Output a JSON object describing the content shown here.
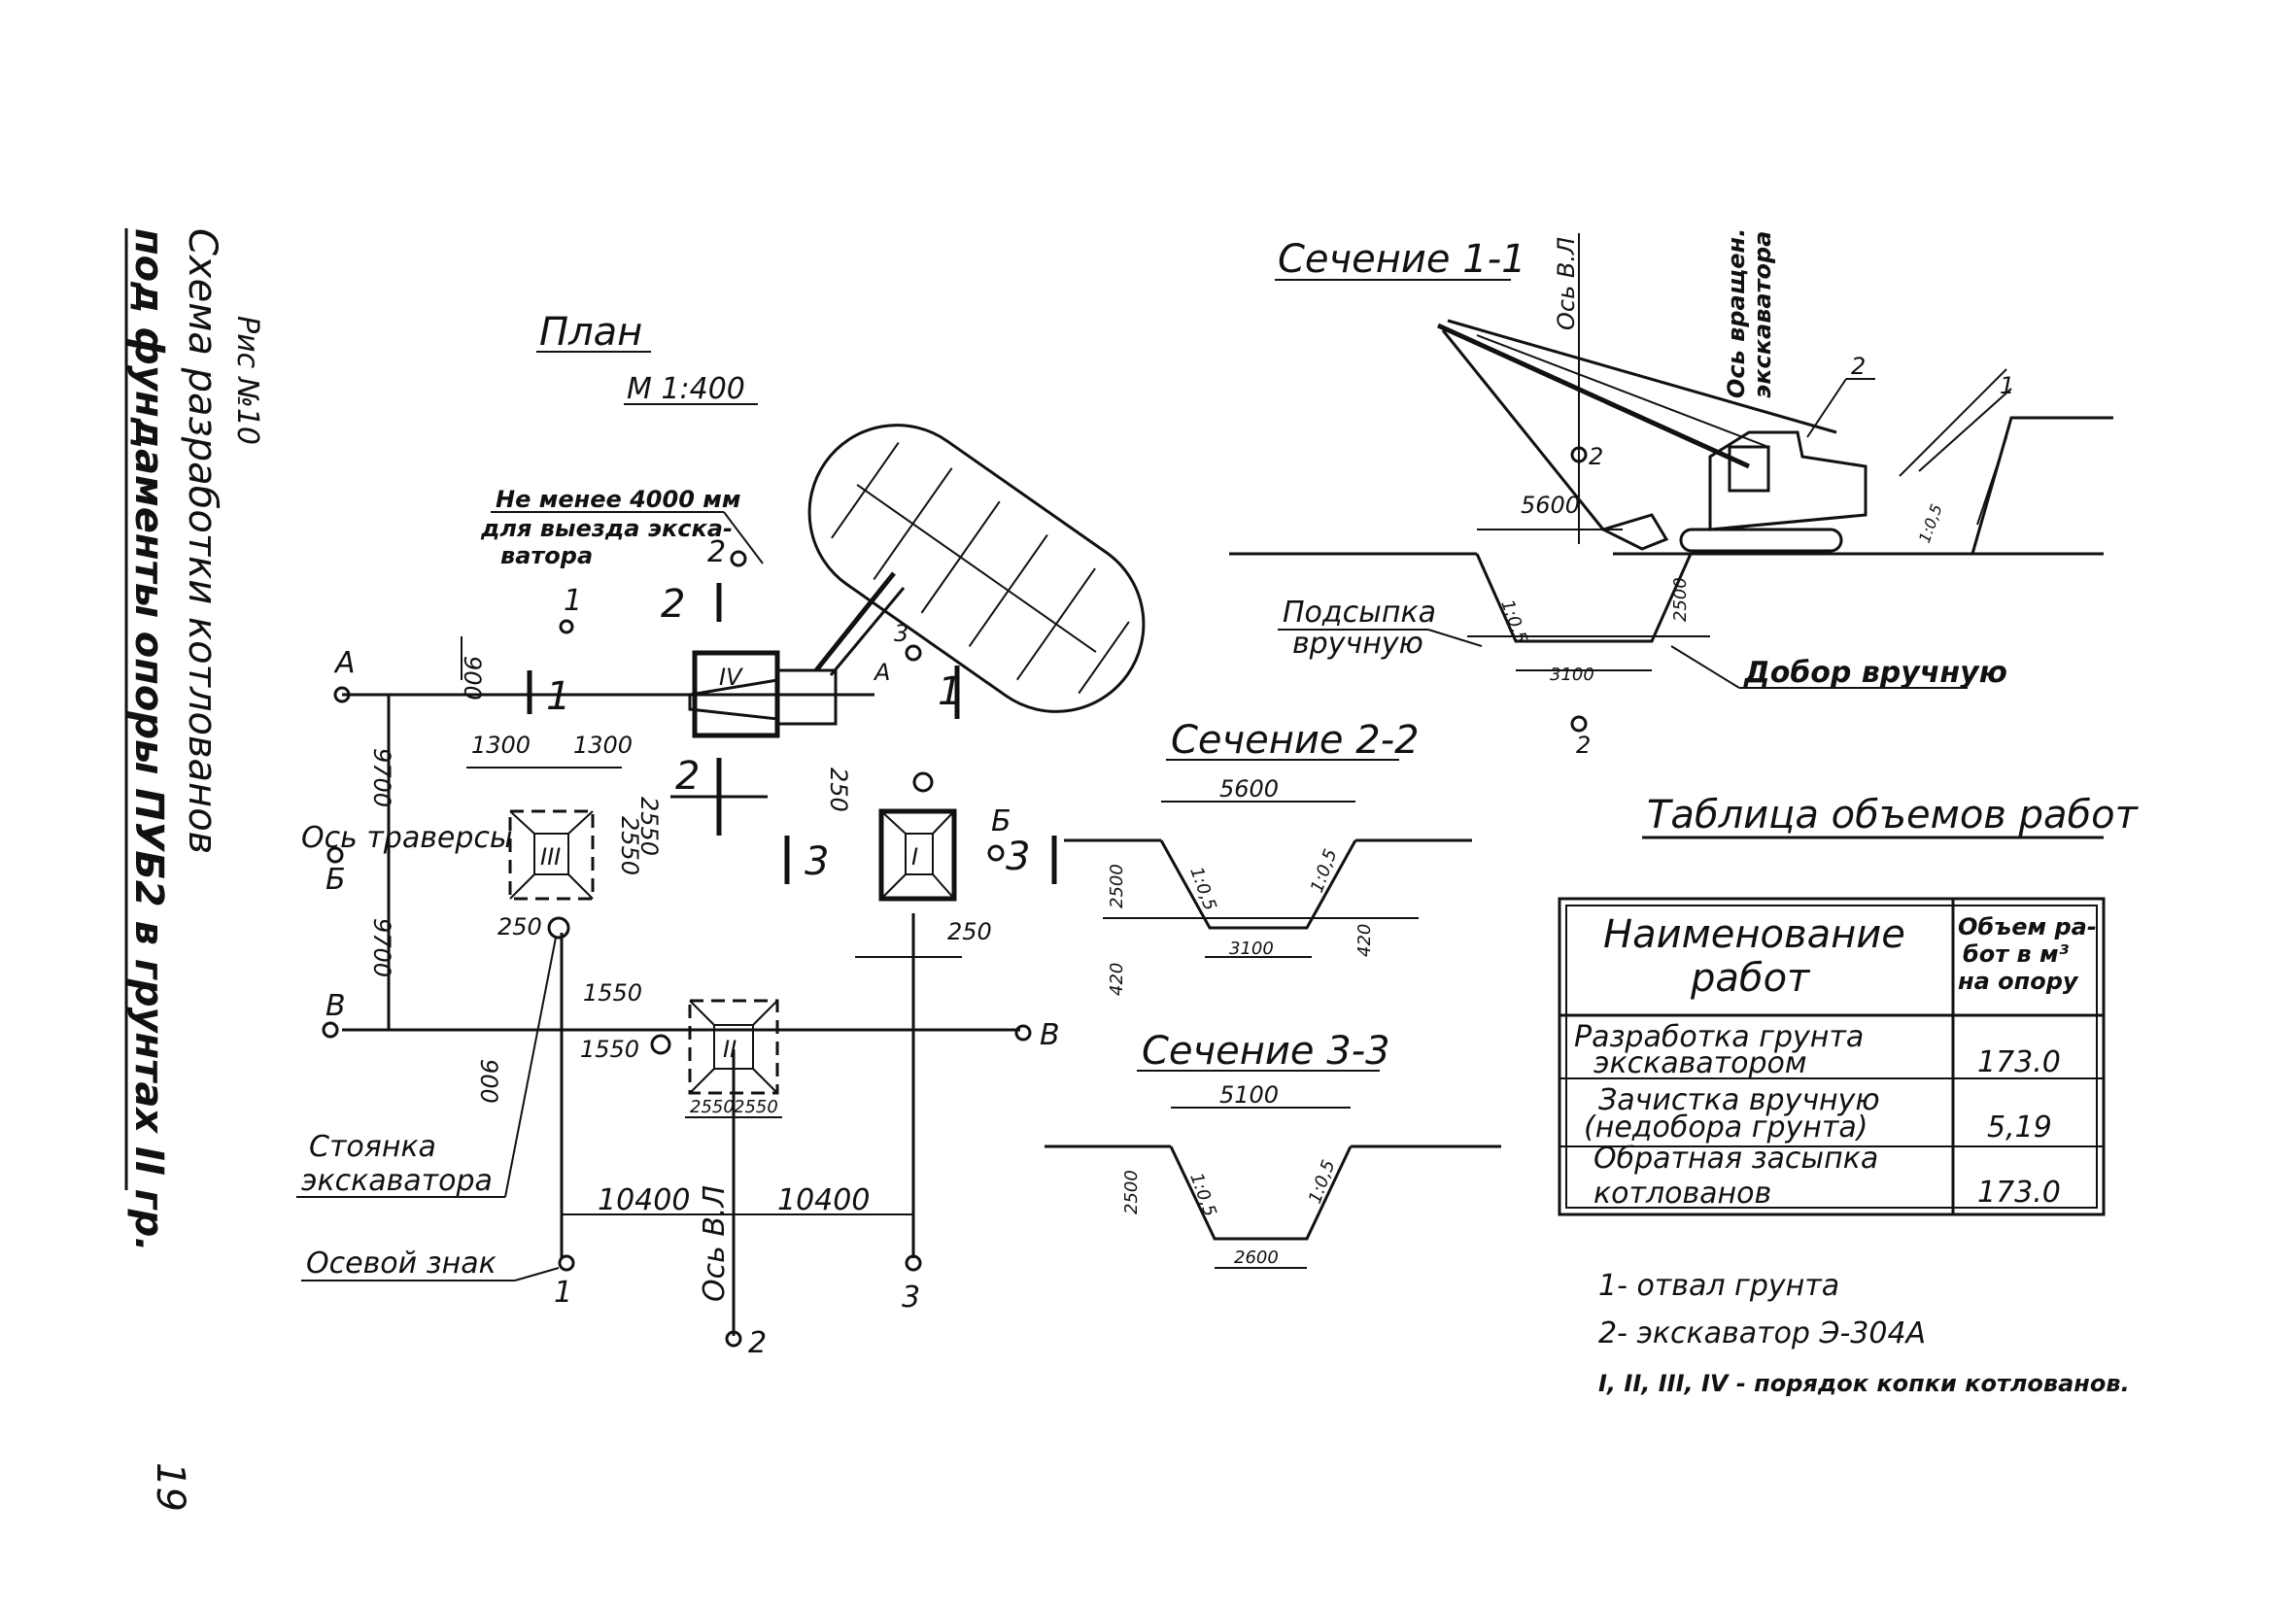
{
  "title_block": {
    "fig_label": "Рис №10",
    "title_line1": "Схема разработки котлованов",
    "title_line2": "под фундаменты опоры ПУБ2 в грунтах II гр."
  },
  "plan": {
    "title": "План",
    "scale": "М 1:400",
    "note_line1": "Не менее 4000 мм",
    "note_line2": "для выезда экска-",
    "note_line3": "ватора",
    "traverse_label": "Ось траверсы",
    "excavator_stand_line1": "Стоянка",
    "excavator_stand_line2": "экскаватора",
    "axis_mark_label": "Осевой знак",
    "axis_vl_label": "Ось В.Л",
    "pits": [
      "I",
      "II",
      "III",
      "IV"
    ],
    "axis_letters": [
      "А",
      "Б",
      "В"
    ],
    "axis_numbers": [
      "1",
      "2",
      "3"
    ],
    "section_marks": [
      "1",
      "2",
      "3"
    ],
    "dims": {
      "d900a": "900",
      "d1300a": "1300",
      "d1300b": "1300",
      "d9700a": "9700",
      "d9700b": "9700",
      "d2550a": "2550",
      "d2550b": "2550",
      "d250a": "250",
      "d250b": "250",
      "d250c": "250",
      "d1550a": "1550",
      "d1550b": "1550",
      "d900b": "900",
      "d2550c": "2550",
      "d2550d": "2550",
      "d10400a": "10400",
      "d10400b": "10400"
    }
  },
  "section_1_1": {
    "title": "Сечение 1-1",
    "axis_vl": "Ось В.Л",
    "rotation_axis_line1": "Ось вращен.",
    "rotation_axis_line2": "экскаватора",
    "fill_label_line1": "Подсыпка",
    "fill_label_line2": "вручную",
    "finish_label": "Добор вручную",
    "d5600": "5600",
    "d3100": "3100",
    "d2500": "2500",
    "slope": "1:0,5",
    "slope_spoil": "1:0,5",
    "callout_excavator": "2",
    "callout_spoil": "1",
    "marker2": "2"
  },
  "section_2_2": {
    "title": "Сечение 2-2",
    "d5600": "5600",
    "d2500": "2500",
    "d3100": "3100",
    "d420a": "420",
    "d420b": "420",
    "slope_left": "1:0,5",
    "slope_right": "1:0,5"
  },
  "section_3_3": {
    "title": "Сечение 3-3",
    "d5100": "5100",
    "d2500": "2500",
    "d2600": "2600",
    "slope_left": "1:0,5",
    "slope_right": "1:0,5"
  },
  "volume_table": {
    "title": "Таблица объемов работ",
    "header_name_line1": "Наименование",
    "header_name_line2": "работ",
    "header_vol_line1": "Объем ра-",
    "header_vol_line2": "бот в м³",
    "header_vol_line3": "на опору",
    "rows": [
      {
        "name_line1": "Разработка грунта",
        "name_line2": "экскаватором",
        "value": "173.0"
      },
      {
        "name_line1": "Зачистка вручную",
        "name_line2": "(недобора грунта)",
        "value": "5,19"
      },
      {
        "name_line1": "Обратная засыпка",
        "name_line2": "котлованов",
        "value": "173.0"
      }
    ]
  },
  "legend": {
    "item1": "1- отвал грунта",
    "item2": "2- экскаватор Э-304А",
    "item3": "I, II, III, IV - порядок копки котлованов."
  },
  "page_number": "19"
}
